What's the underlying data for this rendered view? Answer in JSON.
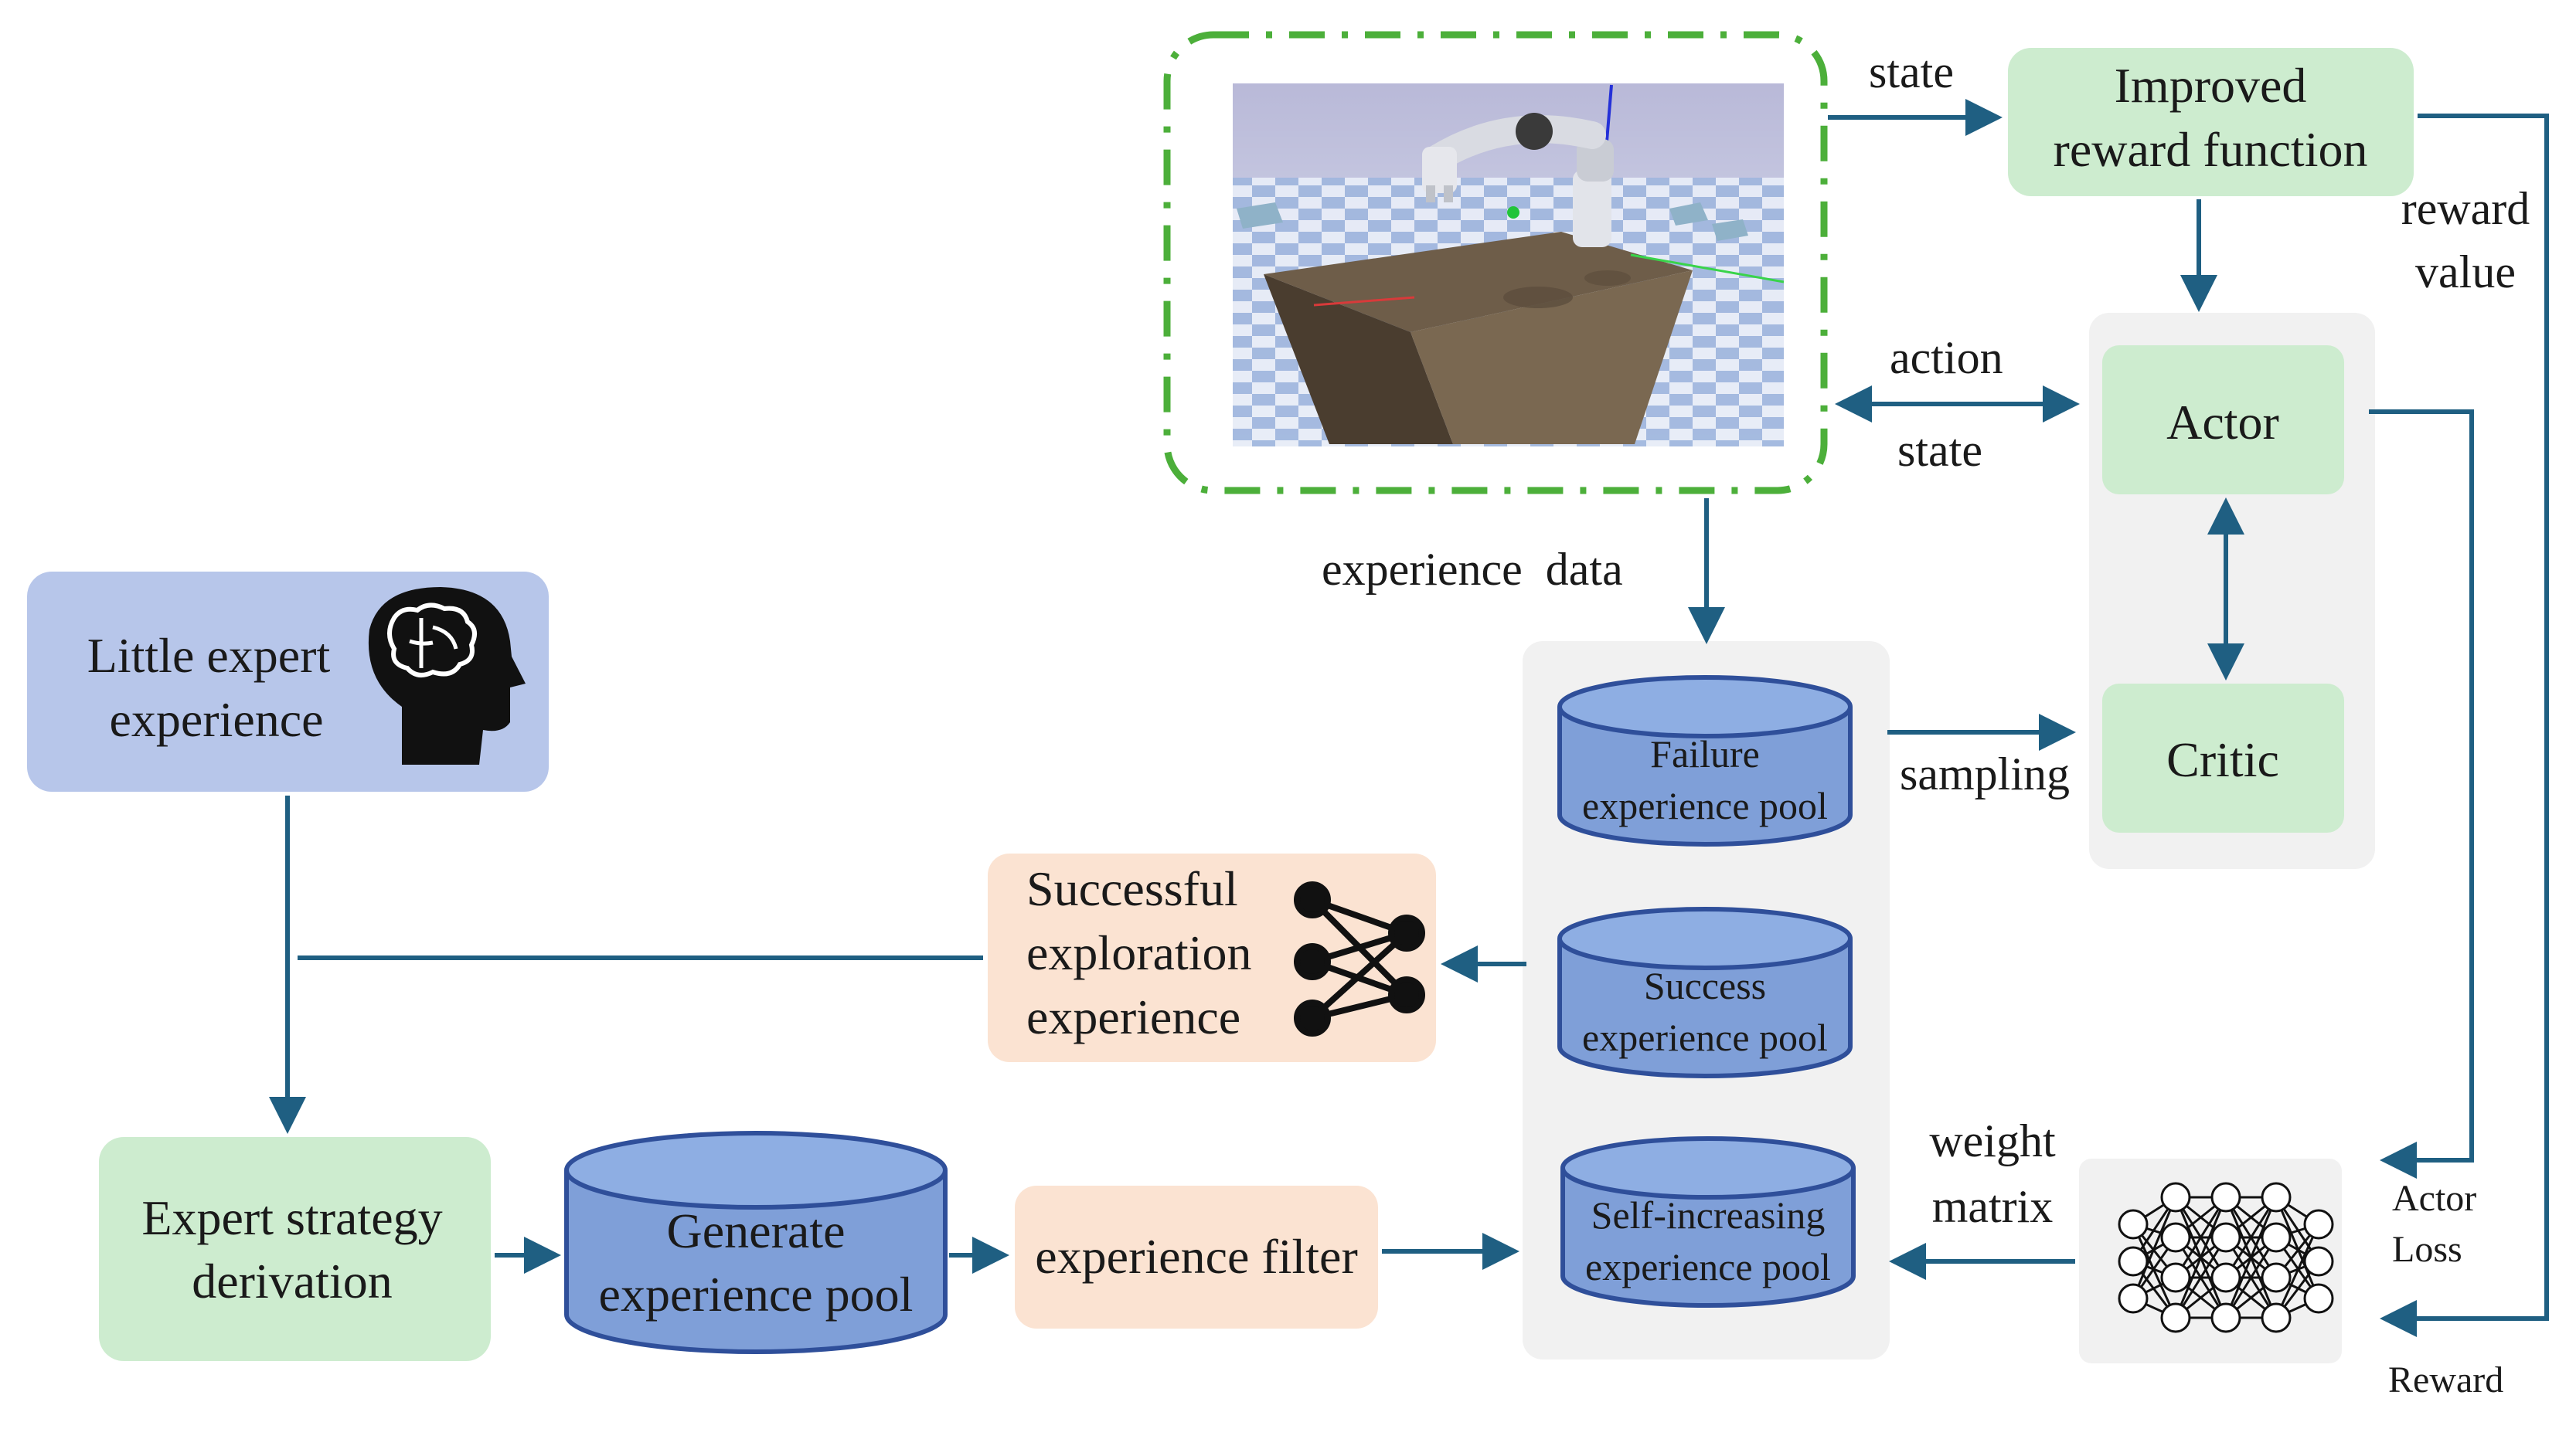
{
  "colors": {
    "arrow": "#1f5f82",
    "green_box": "#cdeccf",
    "blue_box": "#b7c6ea",
    "orange_box": "#fbe3d2",
    "gray_panel": "#f1f1f1",
    "cylinder": "#7f9fd8",
    "env_border": "#4caf3a"
  },
  "icons": {
    "head": "human-head-brain-icon",
    "small_net": "neural-network-icon",
    "big_net": "dense-neural-network-icon",
    "environment": "robot-arm-simulation-scene"
  },
  "nodes": {
    "little_expert": [
      "Little expert",
      "experience"
    ],
    "expert_strategy": [
      "Expert strategy",
      "derivation"
    ],
    "generate_pool": [
      "Generate",
      "experience pool"
    ],
    "experience_filter": "experience filter",
    "successful_exploration": [
      "Successful",
      "exploration",
      "experience"
    ],
    "failure_pool": [
      "Failure",
      "experience pool"
    ],
    "success_pool": [
      "Success",
      "experience pool"
    ],
    "self_increasing_pool": [
      "Self-increasing",
      "experience pool"
    ],
    "improved_reward": [
      "Improved",
      "reward function"
    ],
    "actor": "Actor",
    "critic": "Critic"
  },
  "labels": {
    "state_top": "state",
    "reward_value": [
      "reward",
      "value"
    ],
    "action": "action",
    "state_mid": "state",
    "experience_data": "experience  data",
    "sampling": "sampling",
    "weight_matrix": [
      "weight",
      "matrix"
    ],
    "actor_loss": [
      "Actor",
      "Loss"
    ],
    "reward": "Reward"
  }
}
